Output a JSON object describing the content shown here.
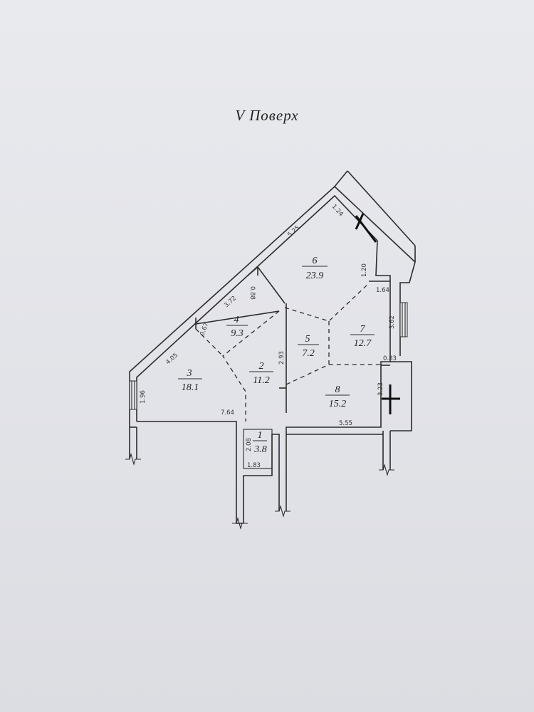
{
  "title": "V  Поверх",
  "rooms": [
    {
      "number": "1",
      "area": "3.8"
    },
    {
      "number": "2",
      "area": "11.2"
    },
    {
      "number": "3",
      "area": "18.1"
    },
    {
      "number": "4",
      "area": "9.3"
    },
    {
      "number": "5",
      "area": "7.2"
    },
    {
      "number": "6",
      "area": "23.9"
    },
    {
      "number": "7",
      "area": "12.7"
    },
    {
      "number": "8",
      "area": "15.2"
    }
  ],
  "dimensions": {
    "d_124": "1.24",
    "d_525": "5.25",
    "d_120": "1.20",
    "d_164": "1.64",
    "d_362": "3.62",
    "d_083": "0.83",
    "d_323": "3.23",
    "d_555": "5.55",
    "d_372": "3.72",
    "d_088": "0.88",
    "d_067": "0.67",
    "d_405": "4.05",
    "d_196": "1.96",
    "d_764": "7.64",
    "d_293": "2.93",
    "d_208": "2.08",
    "d_183": "1.83"
  }
}
